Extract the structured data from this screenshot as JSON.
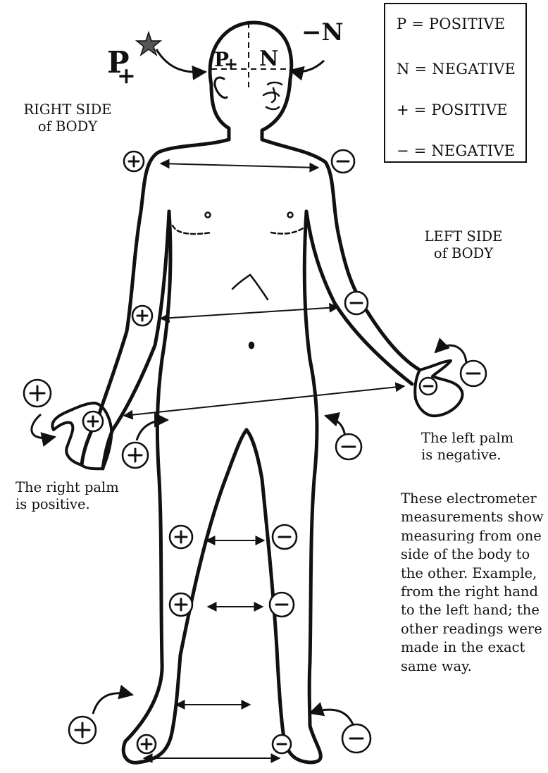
{
  "legend": {
    "rows": [
      "P = POSITIVE",
      "N = NEGATIVE",
      "+ = POSITIVE",
      "− = NEGATIVE"
    ]
  },
  "labels": {
    "right_side_line1": "RIGHT SIDE",
    "right_side_line2": "of BODY",
    "left_side_line1": "LEFT SIDE",
    "left_side_line2": "of BODY",
    "right_palm_line1": "The right palm",
    "right_palm_line2": "is positive.",
    "left_palm_line1": "The left palm",
    "left_palm_line2": "is negative."
  },
  "head": {
    "outside_p": "P",
    "outside_p_sign": "+",
    "outside_n": "−N",
    "inside_p": "P",
    "inside_p_sign": "+",
    "inside_n": "N"
  },
  "note_lines": [
    "These electrometer",
    "measurements show",
    "measuring from one",
    "side of the body to",
    "the other. Example,",
    "from the right hand",
    "to the left hand; the",
    "other readings were",
    "made in the exact",
    "same way."
  ],
  "markers": {
    "positive_symbol": "+",
    "negative_symbol": "−"
  }
}
